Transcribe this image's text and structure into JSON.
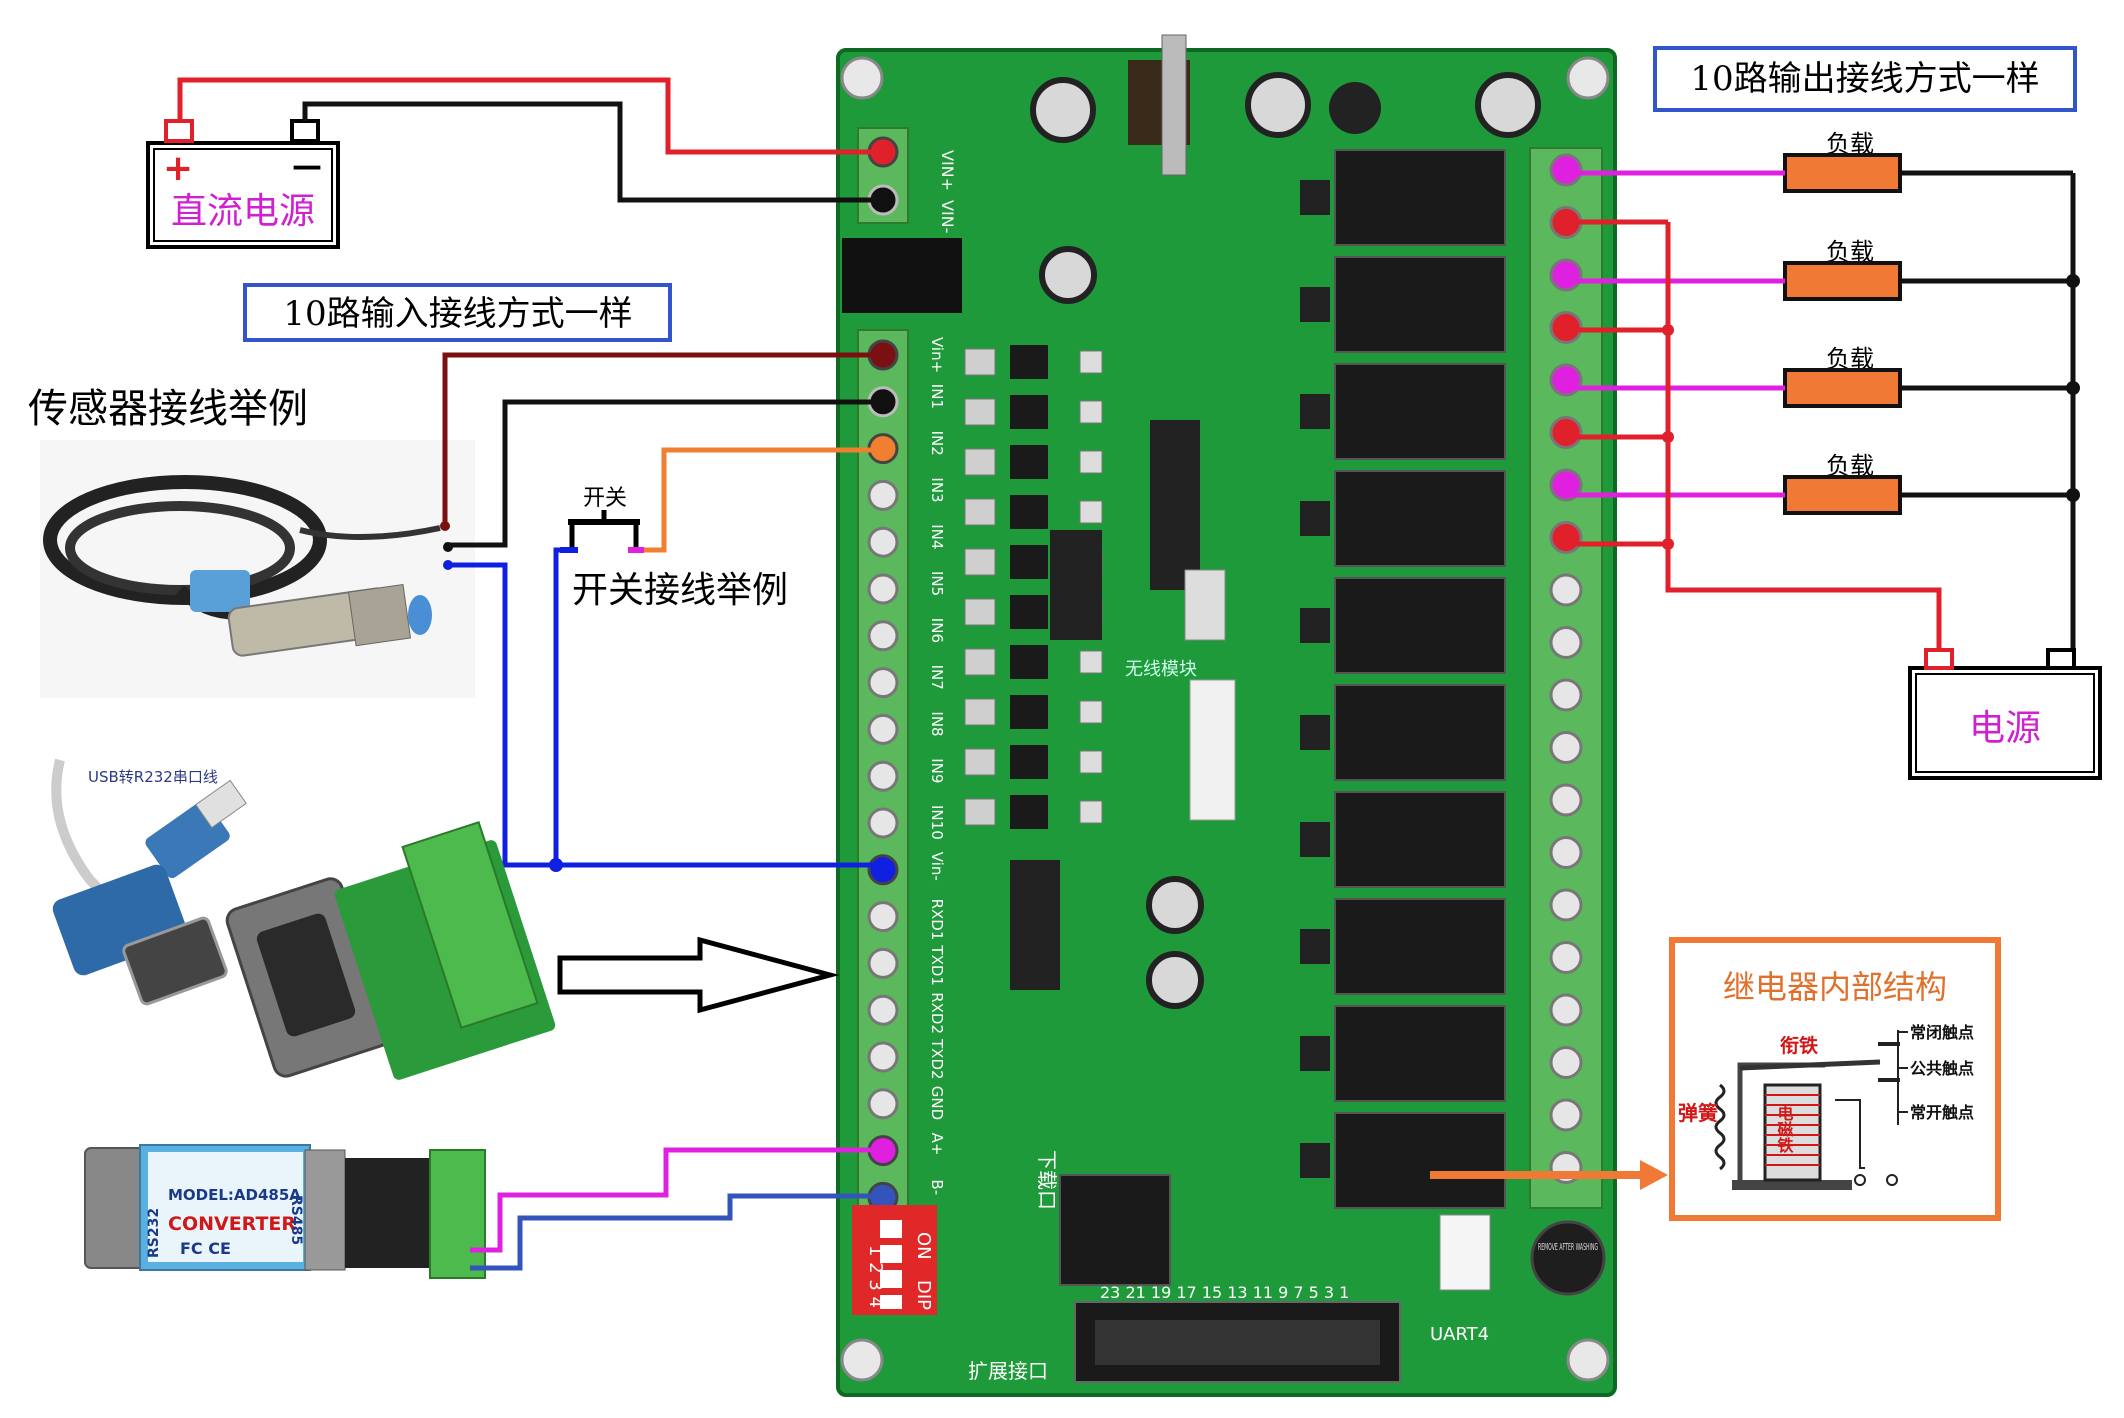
{
  "labels": {
    "dc_power": "直流电源",
    "input_note": "10路输入接线方式一样",
    "output_note": "10路输出接线方式一样",
    "sensor_example": "传感器接线举例",
    "switch": "开关",
    "switch_example": "开关接线举例",
    "usb_cable": "USB转R232串口线",
    "load": "负载",
    "power": "电源",
    "relay_title": "继电器内部结构",
    "armature": "衔铁",
    "nc_contact": "常闭触点",
    "common_contact": "公共触点",
    "no_contact": "常开触点",
    "spring": "弹簧",
    "coil": "电磁铁",
    "converter_model": "MODEL:AD485A",
    "converter_name": "CONVERTER",
    "converter_rs232": "RS232",
    "converter_rs485": "RS485",
    "converter_marks": "FC CE",
    "board_expansion": "扩展接口",
    "board_uart4": "UART4",
    "board_download": "下载口",
    "board_wireless": "无线模块",
    "board_remove": "REMOVE AFTER WASHING",
    "dip_on": "ON",
    "dip_label": "DIP",
    "dip_nums": "1 2 3 4",
    "header_pins": "23 21 19 17 15 13 11 9 7 5 3 1",
    "plus": "+",
    "minus": "—"
  },
  "terminals_left": [
    "VIN+",
    "VIN-"
  ],
  "terminals_input": [
    "Vin+",
    "IN1",
    "IN2",
    "IN3",
    "IN4",
    "IN5",
    "IN6",
    "IN7",
    "IN8",
    "IN9",
    "IN10",
    "Vin-",
    "RXD1",
    "TXD1",
    "RXD2",
    "TXD2",
    "GND",
    "A+",
    "B-"
  ],
  "colors": {
    "board": "#1f9a3a",
    "board_dark": "#137a2a",
    "terminal_green": "#5cb85c",
    "relay_black": "#1a1a1a",
    "red_wire": "#e0202a",
    "black_wire": "#111111",
    "magenta_wire": "#e020e0",
    "blue_wire": "#1020e0",
    "orange_wire": "#f08030",
    "load_fill": "#f07a35",
    "note_border": "#3355cc",
    "relay_box": "#f07a35",
    "label_magenta": "#d020d0"
  }
}
